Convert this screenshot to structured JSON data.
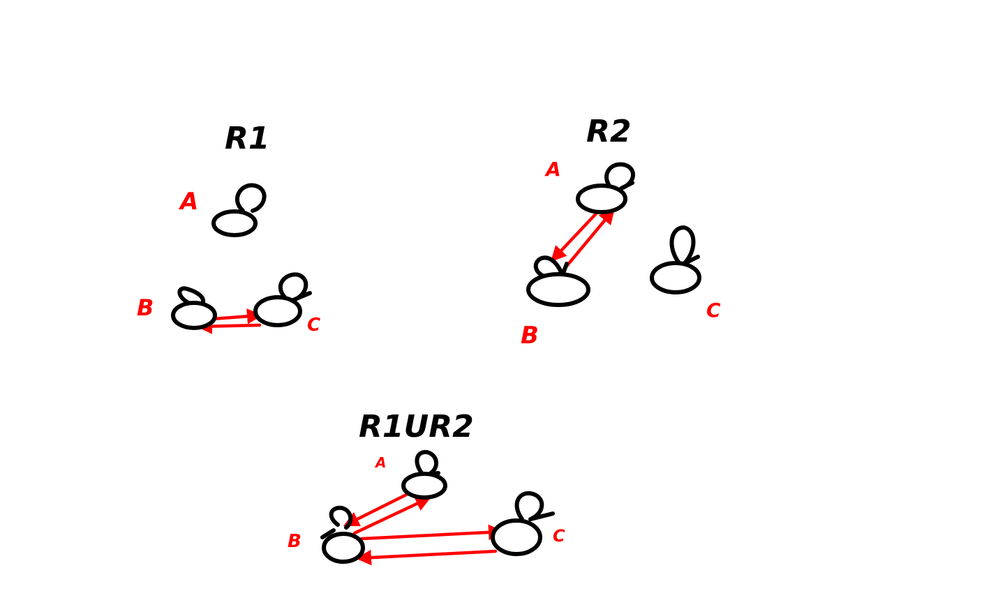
{
  "colors": {
    "node_stroke": "#000000",
    "edge": "#ff0000",
    "label": "#ff0000",
    "title": "#000000",
    "background": "#ffffff"
  },
  "panels": [
    {
      "id": "r1",
      "title": "R1",
      "nodes": [
        {
          "id": "A",
          "label": "A"
        },
        {
          "id": "B",
          "label": "B"
        },
        {
          "id": "C",
          "label": "C"
        }
      ],
      "edges": [
        {
          "from": "B",
          "to": "C"
        },
        {
          "from": "C",
          "to": "B"
        }
      ]
    },
    {
      "id": "r2",
      "title": "R2",
      "nodes": [
        {
          "id": "A",
          "label": "A"
        },
        {
          "id": "B",
          "label": "B"
        },
        {
          "id": "C",
          "label": "C"
        }
      ],
      "edges": [
        {
          "from": "A",
          "to": "B"
        },
        {
          "from": "B",
          "to": "A"
        }
      ]
    },
    {
      "id": "r1ur2",
      "title": "R1UR2",
      "nodes": [
        {
          "id": "A",
          "label": "A"
        },
        {
          "id": "B",
          "label": "B"
        },
        {
          "id": "C",
          "label": "C"
        }
      ],
      "edges": [
        {
          "from": "A",
          "to": "B"
        },
        {
          "from": "B",
          "to": "A"
        },
        {
          "from": "B",
          "to": "C"
        },
        {
          "from": "C",
          "to": "B"
        }
      ]
    }
  ]
}
